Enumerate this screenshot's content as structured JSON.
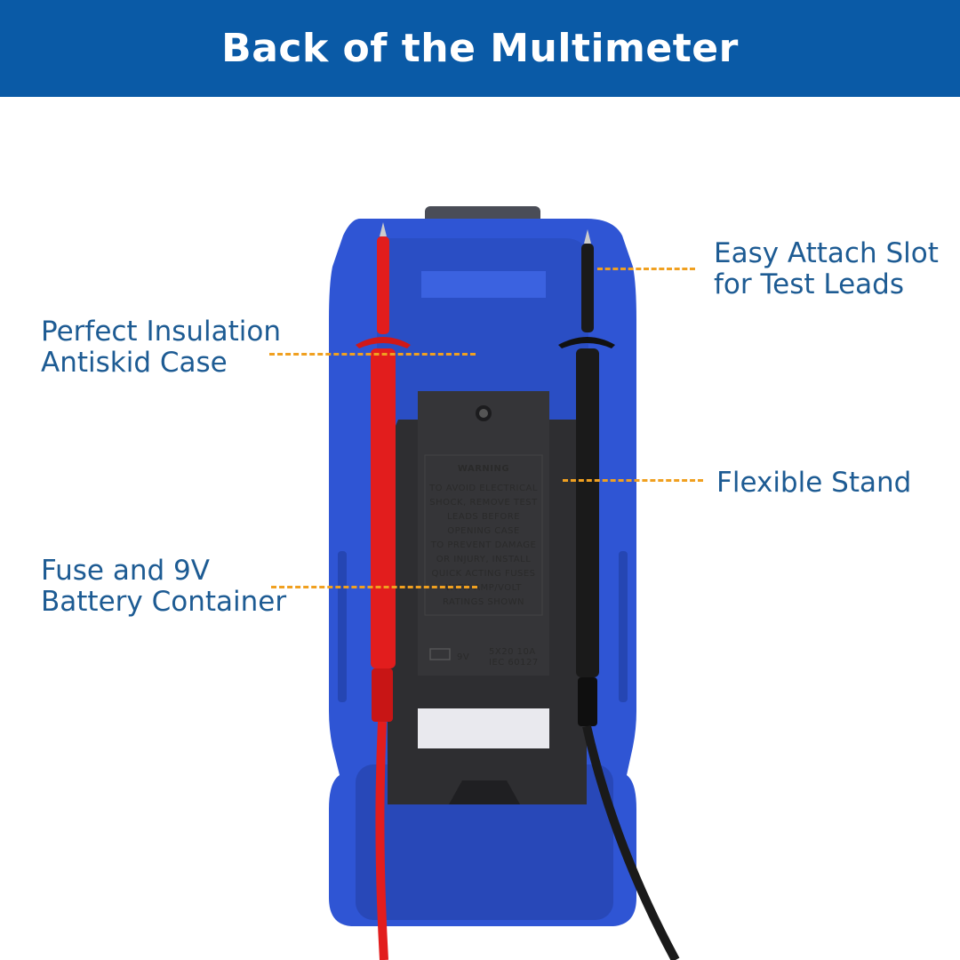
{
  "banner": {
    "title": "Back of the Multimeter",
    "color": "#0a5aa6"
  },
  "callouts": {
    "easy_attach": {
      "line1": "Easy Attach Slot",
      "line2": "for Test Leads"
    },
    "insulation": {
      "line1": "Perfect Insulation",
      "line2": "Antiskid Case"
    },
    "stand": {
      "line1": "Flexible Stand"
    },
    "fuse": {
      "line1": "Fuse and 9V",
      "line2": "Battery Container"
    }
  },
  "product": {
    "case_color": "#2f55d4",
    "warning_title": "WARNING",
    "warning_lines": [
      "TO AVOID ELECTRICAL",
      "SHOCK, REMOVE TEST",
      "LEADS BEFORE",
      "OPENING CASE",
      "TO PREVENT DAMAGE",
      "OR INJURY, INSTALL",
      "QUICK ACTING FUSES",
      "WITH AMP/VOLT",
      "RATINGS SHOWN"
    ],
    "battery_label": "9V",
    "fuse_label_1": "5X20 10A",
    "fuse_label_2": "IEC 60127"
  },
  "colors": {
    "callout_text": "#1d5b93",
    "leader": "#f0a020",
    "red_lead": "#e21d1d",
    "black_lead": "#1a1a1a"
  }
}
